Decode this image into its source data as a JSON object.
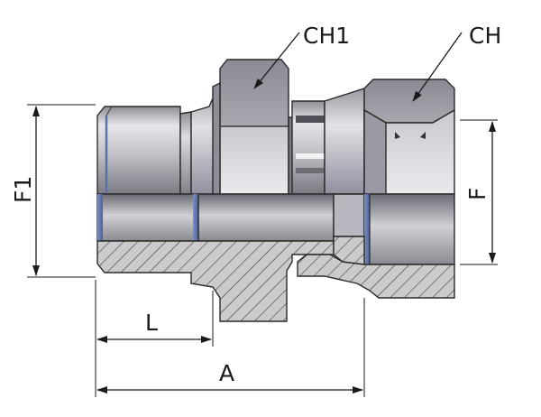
{
  "labels": {
    "ch1": "CH1",
    "ch": "CH",
    "f1": "F1",
    "f": "F",
    "l": "L",
    "a": "A"
  },
  "colors": {
    "metal_light": "#d6d6dc",
    "metal_mid": "#a2a2aa",
    "metal_dark": "#6e6e78",
    "bore_light": "#c4c4cc",
    "bore_dark": "#6a6a74",
    "thread_blue": "#5c6fa6",
    "hatch_fill": "#c8c8c8",
    "line": "#1a1a1a"
  }
}
